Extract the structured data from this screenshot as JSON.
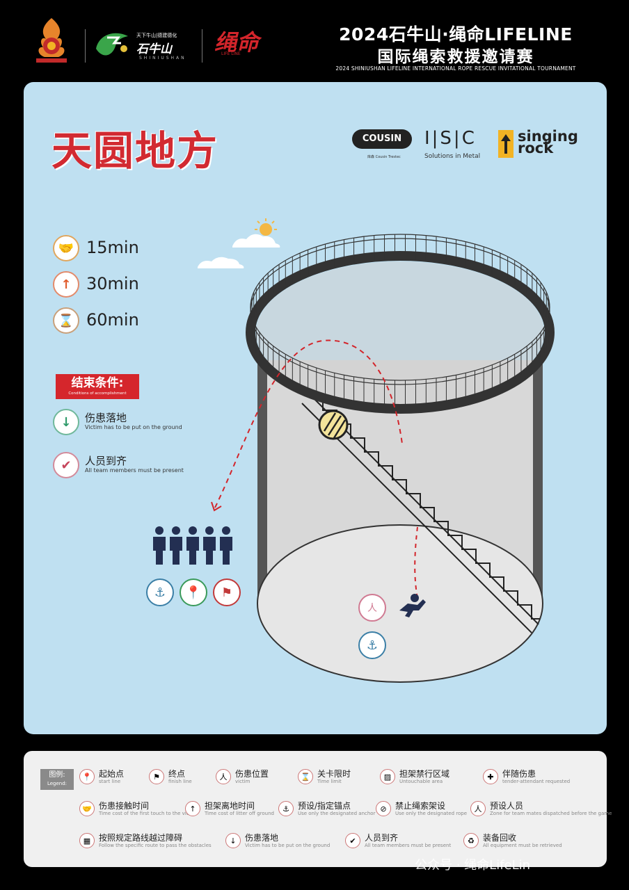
{
  "header": {
    "title_line1": "2024石牛山·绳命LIFELINE",
    "title_line2": "国际绳索救援邀请赛",
    "subtitle": "2024 SHINIUSHAN LIFELINE INTERNATIONAL ROPE RESCUE INVITATIONAL TOURNAMENT",
    "shiniushan_slogan": "天下牛山|德建德化",
    "shiniushan_name": "石牛山",
    "shiniushan_en": "SHINIUSHAN",
    "lifeline_cn": "绳命",
    "lifeline_en": "LIFE LINE"
  },
  "main": {
    "title": "天圆地方",
    "sponsors": {
      "cousin": "COUSIN",
      "cousin_sub": "库森 Cousin Trestec",
      "isc": "I|S|C",
      "isc_sub": "Solutions in Metal",
      "singing_rock": "singing rock"
    },
    "times": [
      {
        "label": "15min",
        "icon": "handshake-icon",
        "glyph": "🤝"
      },
      {
        "label": "30min",
        "icon": "arrow-up-icon",
        "glyph": "↑"
      },
      {
        "label": "60min",
        "icon": "hourglass-icon",
        "glyph": "⌛"
      }
    ],
    "end_condition": {
      "title": "结束条件:",
      "subtitle": "Conditions of accomplishment",
      "items": [
        {
          "cn": "伤患落地",
          "en": "Victim has to be put on the ground",
          "glyph": "↓"
        },
        {
          "cn": "人员到齐",
          "en": "All team members must be present",
          "glyph": "✔"
        }
      ]
    },
    "scene_icons": {
      "anchor": "⚓",
      "map_pin": "📍",
      "flag": "⚑",
      "person": "人",
      "victim": "🧍"
    },
    "colors": {
      "panel_bg": "#bfe0f1",
      "accent_red": "#d5262c",
      "tank": "#dcdcdc"
    }
  },
  "legend": {
    "tag_cn": "图例:",
    "tag_en": "Legend:",
    "items": [
      {
        "cn": "起始点",
        "en": "start line",
        "glyph": "📍"
      },
      {
        "cn": "终点",
        "en": "finish line",
        "glyph": "⚑"
      },
      {
        "cn": "伤患位置",
        "en": "victim",
        "glyph": "人"
      },
      {
        "cn": "关卡限时",
        "en": "Time limit",
        "glyph": "⌛"
      },
      {
        "cn": "担架禁行区域",
        "en": "Untouchable area",
        "glyph": "▨"
      },
      {
        "cn": "伴随伤患",
        "en": "tender-attendant requested",
        "glyph": "✚"
      },
      {
        "cn": "伤患接触时间",
        "en": "Time cost of the first touch to the victim",
        "glyph": "🤝"
      },
      {
        "cn": "担架离地时间",
        "en": "Time cost of litter off ground",
        "glyph": "↑"
      },
      {
        "cn": "预设/指定锚点",
        "en": "Use only the designated anchor",
        "glyph": "⚓"
      },
      {
        "cn": "禁止绳索架设",
        "en": "Use only the designated rope",
        "glyph": "⊘"
      },
      {
        "cn": "预设人员",
        "en": "Zone for team mates dispatched before the game",
        "glyph": "人"
      },
      {
        "cn": "按照规定路线越过障碍",
        "en": "Follow the specific route to pass the obstacles",
        "glyph": "▦"
      },
      {
        "cn": "伤患落地",
        "en": "Victim has to be put on the ground",
        "glyph": "↓"
      },
      {
        "cn": "人员到齐",
        "en": "All team members must be present",
        "glyph": "✔"
      },
      {
        "cn": "装备回收",
        "en": "All equipment must be retrieved",
        "glyph": "♻"
      }
    ]
  },
  "watermark": "公众号 · 绳命LifeLin"
}
